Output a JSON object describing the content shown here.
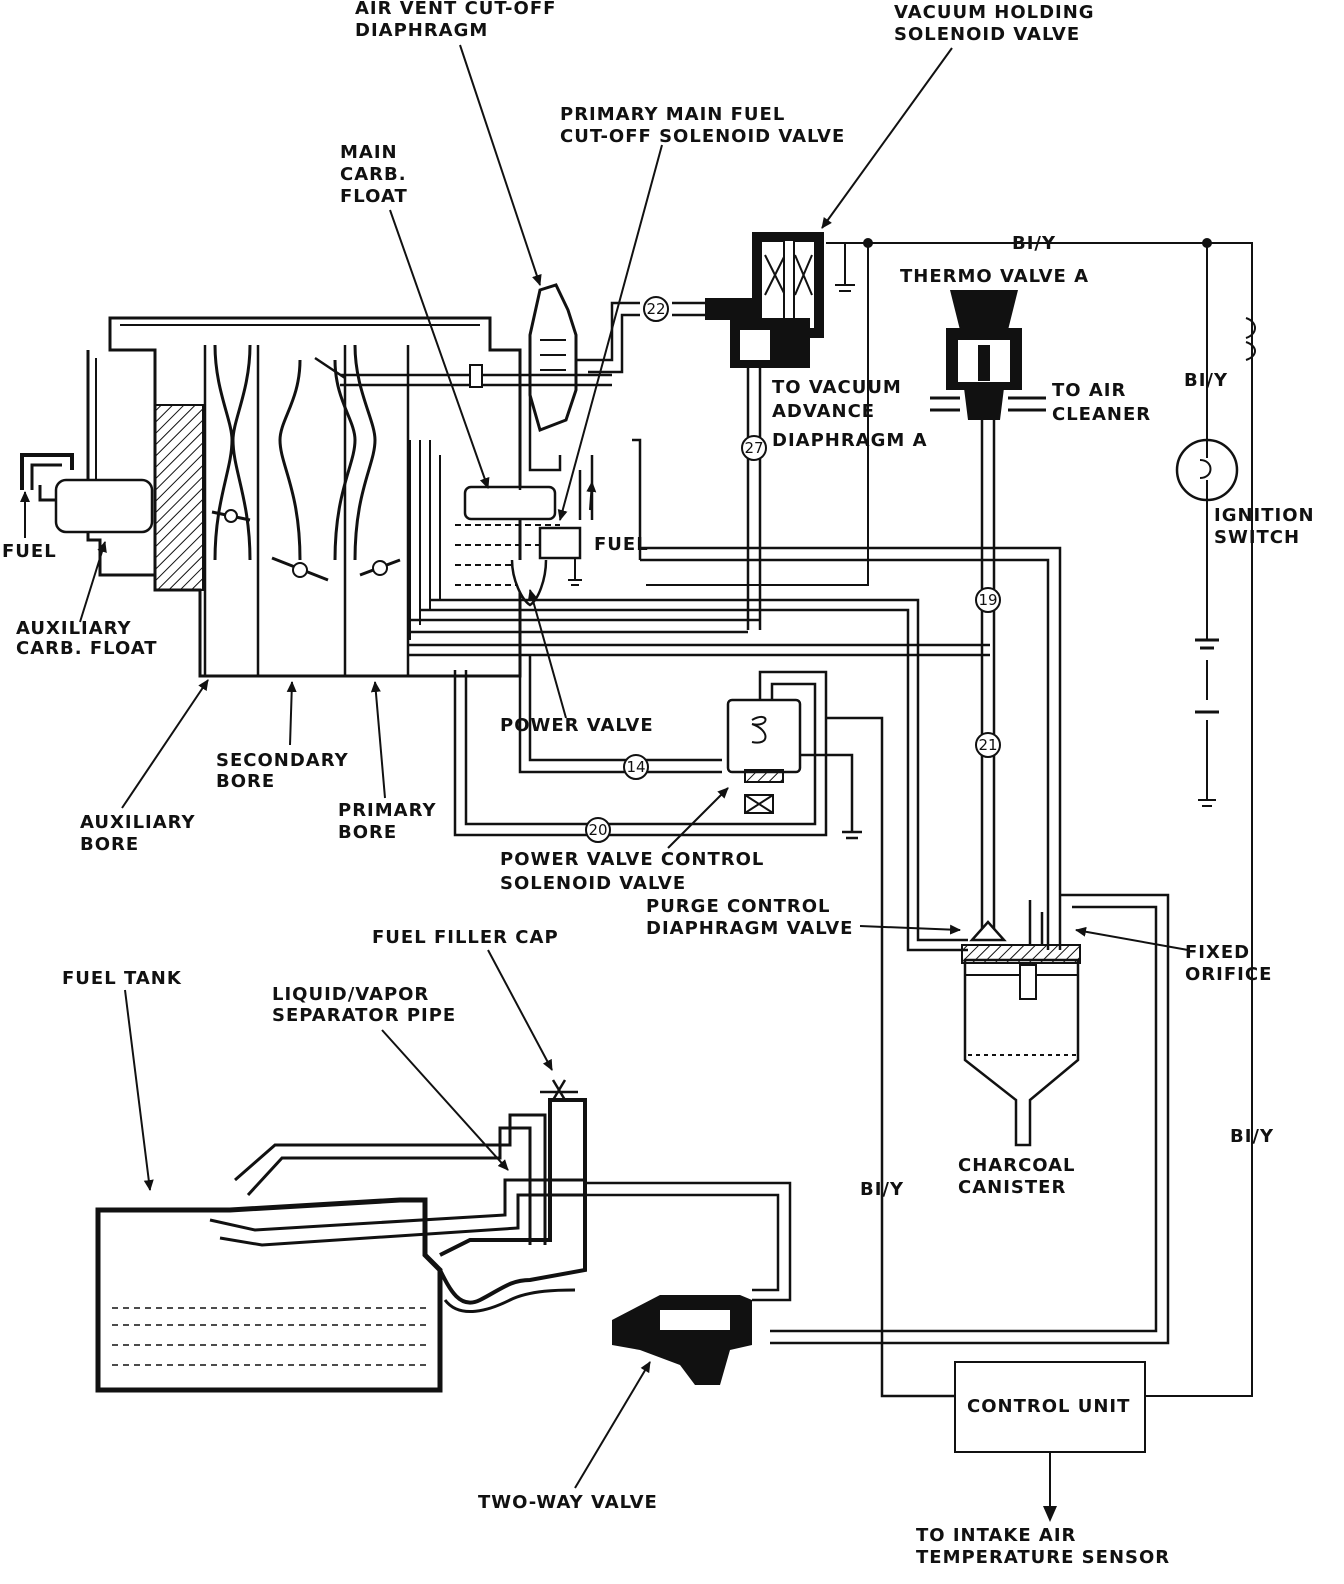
{
  "labels": {
    "air_vent_cutoff": [
      "AIR VENT CUT-OFF",
      "DIAPHRAGM"
    ],
    "vacuum_holding": [
      "VACUUM HOLDING",
      "SOLENOID VALVE"
    ],
    "primary_main_fuel": [
      "PRIMARY MAIN FUEL",
      "CUT-OFF SOLENOID VALVE"
    ],
    "main_carb_float": [
      "MAIN",
      "CARB.",
      "FLOAT"
    ],
    "thermo_valve_a": "THERMO VALVE A",
    "to_vacuum_advance": [
      "TO VACUUM",
      "ADVANCE",
      "DIAPHRAGM  A"
    ],
    "to_air_cleaner": [
      "TO AIR",
      "CLEANER"
    ],
    "wire_bi_y": "BI/Y",
    "ignition_switch": [
      "IGNITION",
      "SWITCH"
    ],
    "fuel": "FUEL",
    "auxiliary_carb_float": [
      "AUXILIARY",
      "CARB. FLOAT"
    ],
    "power_valve": "POWER VALVE",
    "secondary_bore": [
      "SECONDARY",
      "BORE"
    ],
    "primary_bore": [
      "PRIMARY",
      "BORE"
    ],
    "auxiliary_bore": [
      "AUXILIARY",
      "BORE"
    ],
    "power_valve_control": [
      "POWER VALVE CONTROL",
      "SOLENOID VALVE"
    ],
    "purge_control": [
      "PURGE CONTROL",
      "DIAPHRAGM VALVE"
    ],
    "fixed_orifice": [
      "FIXED",
      "ORIFICE"
    ],
    "fuel_filler_cap": "FUEL FILLER CAP",
    "fuel_tank": "FUEL TANK",
    "liquid_vapor": [
      "LIQUID/VAPOR",
      "SEPARATOR PIPE"
    ],
    "charcoal_canister": [
      "CHARCOAL",
      "CANISTER"
    ],
    "control_unit": "CONTROL UNIT",
    "two_way_valve": "TWO-WAY VALVE",
    "to_intake_air": [
      "TO INTAKE AIR",
      "TEMPERATURE SENSOR"
    ]
  },
  "hose_numbers": {
    "h22": "22",
    "h27": "27",
    "h19": "19",
    "h21": "21",
    "h14": "14",
    "h20": "20"
  }
}
